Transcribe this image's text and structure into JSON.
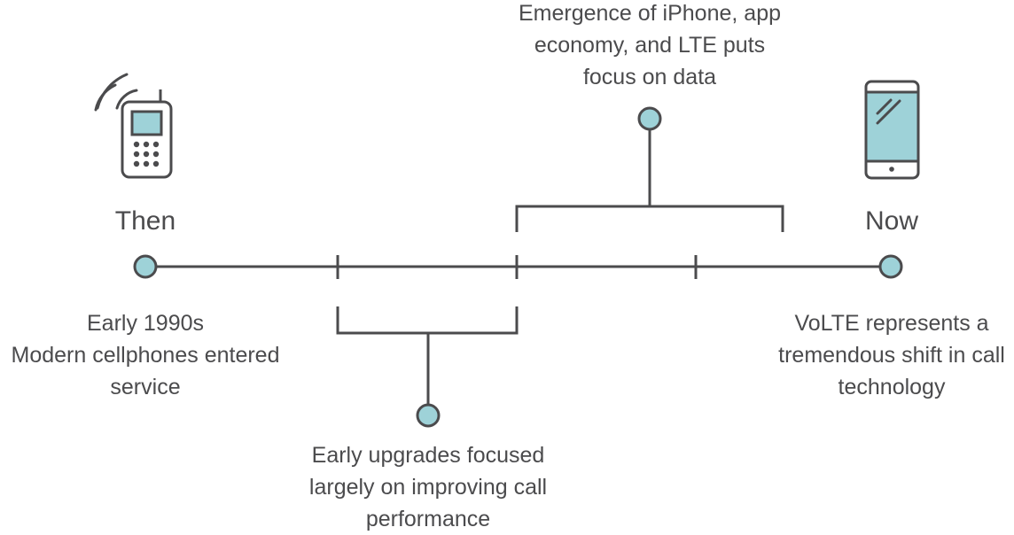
{
  "then_label": "Then",
  "now_label": "Now",
  "start_note": [
    "Early 1990s",
    "Modern cellphones entered",
    "service"
  ],
  "upgrade_note": [
    "Early upgrades focused",
    "largely on improving call",
    "performance"
  ],
  "data_note": [
    "Emergence of iPhone, app",
    "economy, and LTE puts",
    "focus on data"
  ],
  "end_note": [
    "VoLTE represents a",
    "tremendous shift in call",
    "technology"
  ],
  "colors": {
    "line": "#4b4b4d",
    "accent": "#9ed2d8",
    "text": "#4b4b4d"
  },
  "icons": {
    "then": "flip-phone-icon",
    "now": "smartphone-icon"
  }
}
